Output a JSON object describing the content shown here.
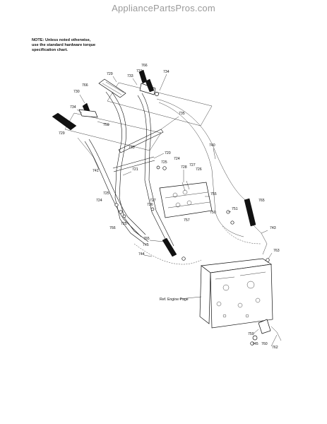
{
  "watermark": "AppliancePartsPros.com",
  "note": {
    "line1": "NOTE: Unless noted otherwise,",
    "line2": "use the standard hardware torque",
    "line3": "specification chart."
  },
  "reference_label": "Ref. Engine Page",
  "callouts": [
    "729",
    "733",
    "731",
    "766",
    "734",
    "730",
    "766",
    "734",
    "729",
    "759",
    "735",
    "740",
    "733",
    "720",
    "741",
    "721",
    "724",
    "725",
    "728",
    "727",
    "726",
    "725",
    "724",
    "727",
    "736",
    "765",
    "755",
    "751",
    "757",
    "750",
    "766",
    "725",
    "743",
    "765",
    "745",
    "744",
    "763",
    "759",
    "745",
    "760",
    "762"
  ]
}
